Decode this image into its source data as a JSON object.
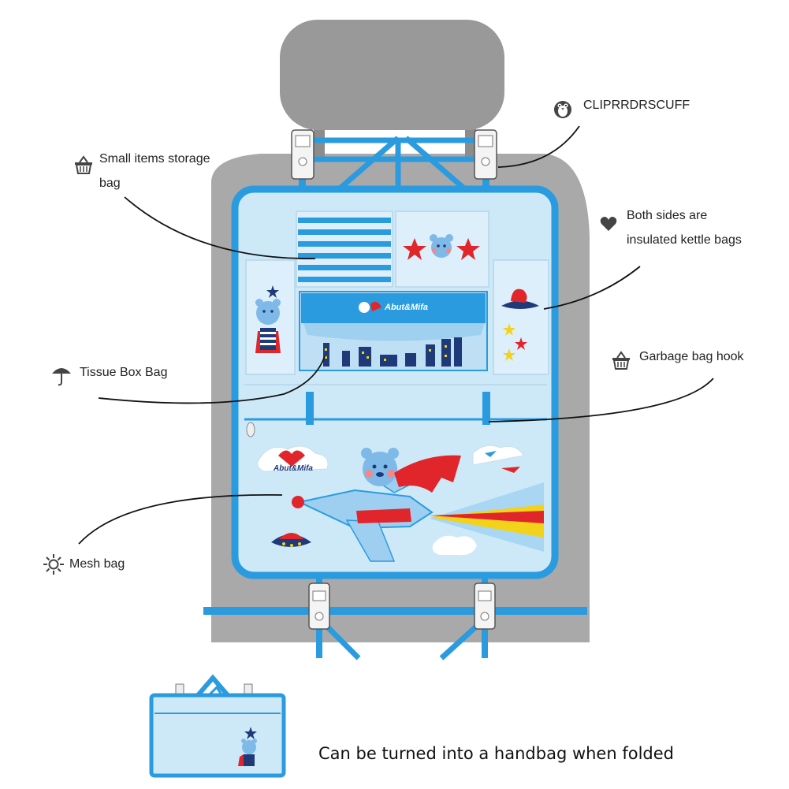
{
  "callouts": {
    "clip": "CLIPRRDRSCUFF",
    "small_items_line1": "Small items storage",
    "small_items_line2": "bag",
    "kettle_line1": "Both sides are",
    "kettle_line2": "insulated kettle bags",
    "tissue": "Tissue Box Bag",
    "garbage": "Garbage bag hook",
    "mesh": "Mesh bag"
  },
  "caption": "Can be turned into a handbag when folded",
  "brand": "Abut&Mifa",
  "icons": {
    "clip": "penguin-icon",
    "small_items": "basket-icon",
    "kettle": "heart-icon",
    "tissue": "umbrella-icon",
    "garbage": "basket-icon",
    "mesh": "sun-icon"
  },
  "colors": {
    "organizer_blue": "#2b9be0",
    "panel_fill": "#cde9f8",
    "seat_gray": "#a9a9a9",
    "headrest_gray": "#999999",
    "accent_red": "#e0262b",
    "accent_yellow": "#f3d21a",
    "navy": "#1f3a78"
  }
}
